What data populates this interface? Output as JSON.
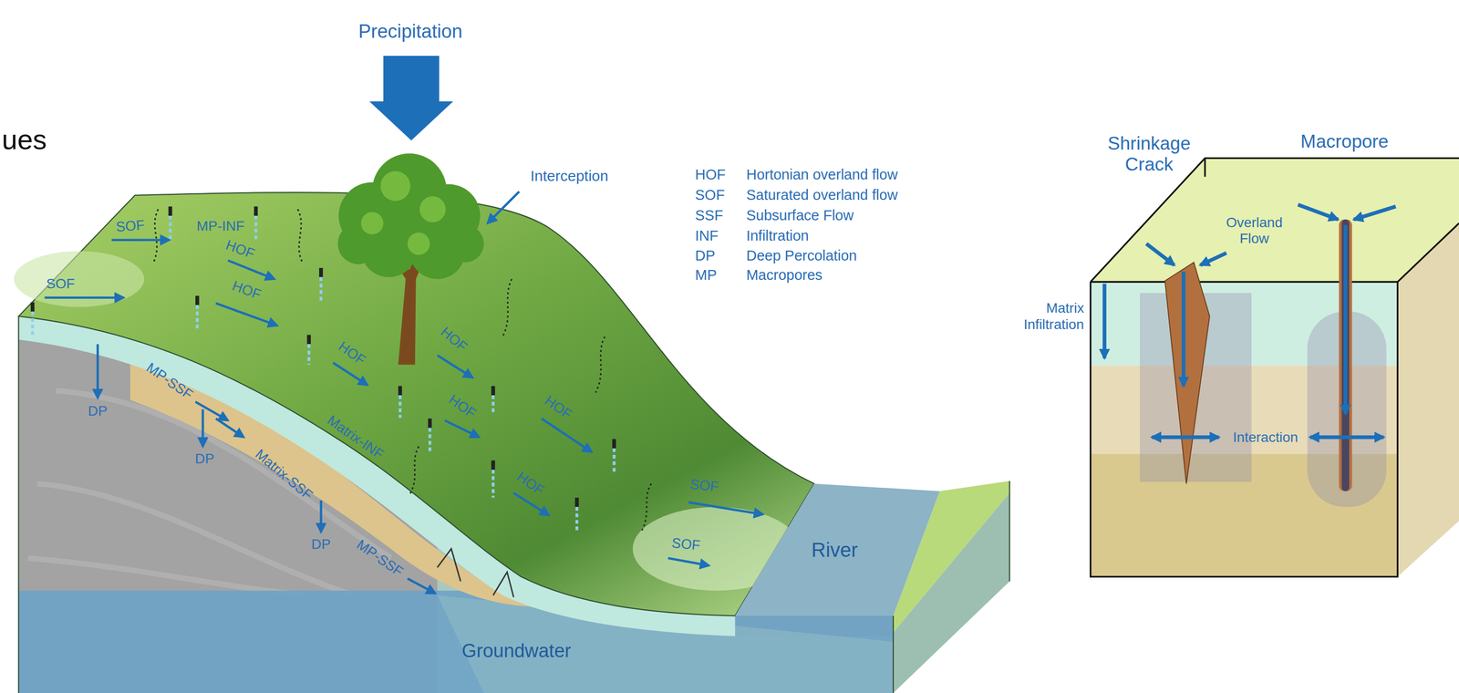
{
  "diagram": {
    "labels": [
      "ues",
      "Precipitation",
      "Interception",
      "HOF",
      "Hortonian overland flow",
      "SOF",
      "Saturated overland flow",
      "SSF",
      "Subsurface Flow",
      "INF",
      "Infiltration",
      "DP",
      "Deep Percolation",
      "MP",
      "Macropores",
      "SOF",
      "MP-INF",
      "HOF",
      "SOF",
      "HOF",
      "HOF",
      "HOF",
      "MP-SSF",
      "DP",
      "HOF",
      "HOF",
      "Matrix-INF",
      "DP",
      "Matrix-SSF",
      "HOF",
      "SOF",
      "DP",
      "SOF",
      "River",
      "MP-SSF",
      "Groundwater",
      "Shrinkage Crack",
      "Macropore",
      "Overland Flow",
      "Matrix Infiltration",
      "Interaction"
    ]
  }
}
